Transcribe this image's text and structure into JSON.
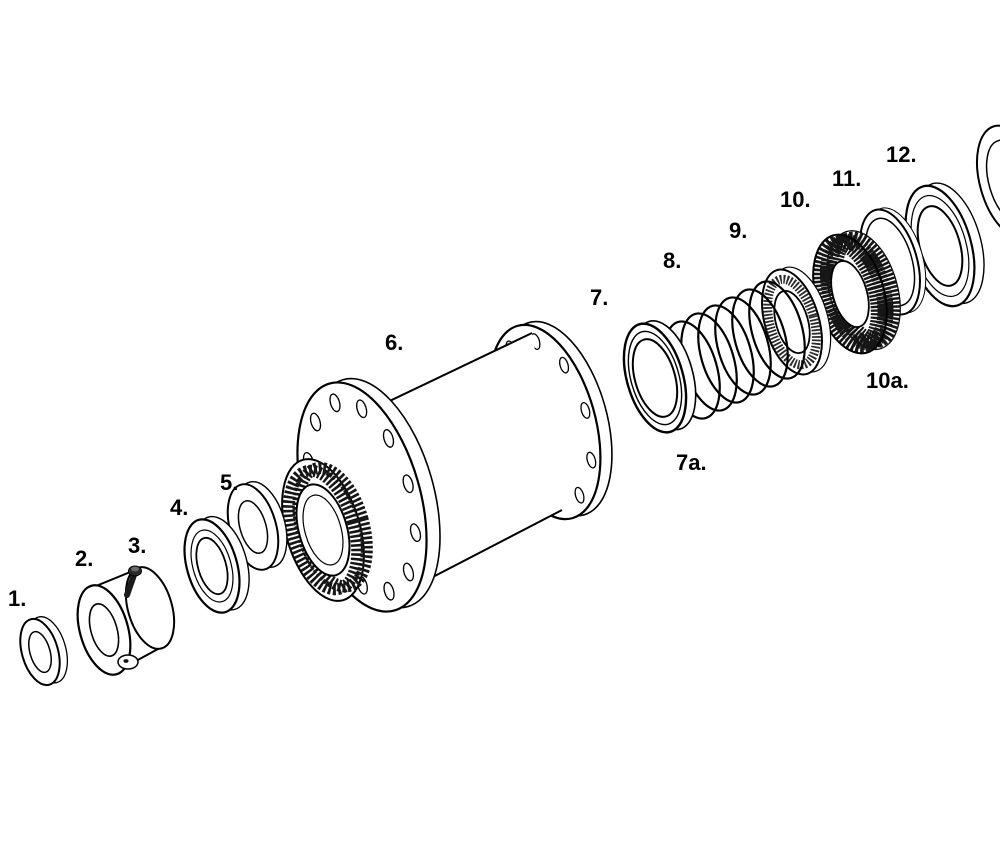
{
  "figure": {
    "background": "#ffffff",
    "line_color": "#000000",
    "dark_fill": "#161616",
    "labels": [
      {
        "id": "1",
        "text": "1."
      },
      {
        "id": "2",
        "text": "2."
      },
      {
        "id": "3",
        "text": "3."
      },
      {
        "id": "4",
        "text": "4."
      },
      {
        "id": "5",
        "text": "5."
      },
      {
        "id": "6",
        "text": "6."
      },
      {
        "id": "7",
        "text": "7."
      },
      {
        "id": "7a",
        "text": "7a."
      },
      {
        "id": "8",
        "text": "8."
      },
      {
        "id": "9",
        "text": "9."
      },
      {
        "id": "10",
        "text": "10."
      },
      {
        "id": "10a",
        "text": "10a."
      },
      {
        "id": "11",
        "text": "11."
      },
      {
        "id": "12",
        "text": "12."
      }
    ]
  }
}
